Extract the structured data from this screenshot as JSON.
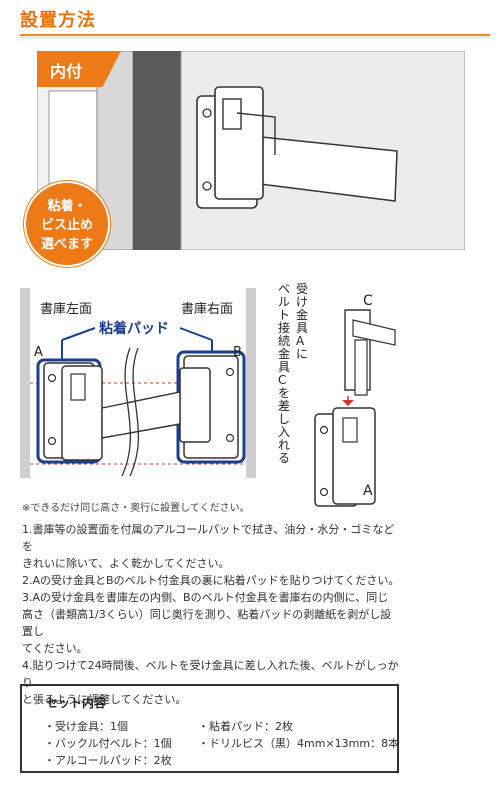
{
  "section": {
    "title": "設置方法"
  },
  "panel1": {
    "tab_label": "内付",
    "circle_lines": [
      "粘着・",
      "ビス止め",
      "選べます"
    ]
  },
  "panel2": {
    "left_wall": "書庫左面",
    "right_wall": "書庫右面",
    "pad_label": "粘着パッド",
    "left_marker": "A",
    "right_marker": "B"
  },
  "panel3": {
    "vertical_text": [
      "受け金具Aに",
      "ベルト接続金具Cを差し入れる"
    ],
    "top_marker": "C",
    "bottom_marker": "A"
  },
  "note": "※できるだけ同じ高さ・奥行に設置してください。",
  "instructions": [
    "1.書庫等の設置面を付属のアルコールパットで拭き、油分・水分・ゴミなどを",
    "きれいに除いて、よく乾かしてください。",
    "2.Aの受け金具とBのベルト付金具の裏に粘着パッドを貼りつけてください。",
    "3.Aの受け金具を書庫左の内側、Bのベルト付金具を書庫右の内側に、同じ",
    "高さ（書類高1/3くらい）同じ奥行を測り、粘着パッドの剥離紙を剥がし設置し",
    "てください。",
    "4.貼りつけて24時間後、ベルトを受け金具に差し入れた後、ベルトがしっかり",
    "と張るように調整してください。"
  ],
  "set_contents": {
    "title": "セット内容",
    "left_items": [
      "・受け金具：1個",
      "・バックル付ベルト：1個",
      "・アルコールパッド：2枚"
    ],
    "right_items": [
      "・粘着パッド：2枚",
      "・ドリルビス（黒）4mm×13mm：8本"
    ]
  },
  "colors": {
    "accent": "#ee7a17",
    "pad_outline": "#1b3f8f",
    "dashed_line": "#d9342b"
  }
}
